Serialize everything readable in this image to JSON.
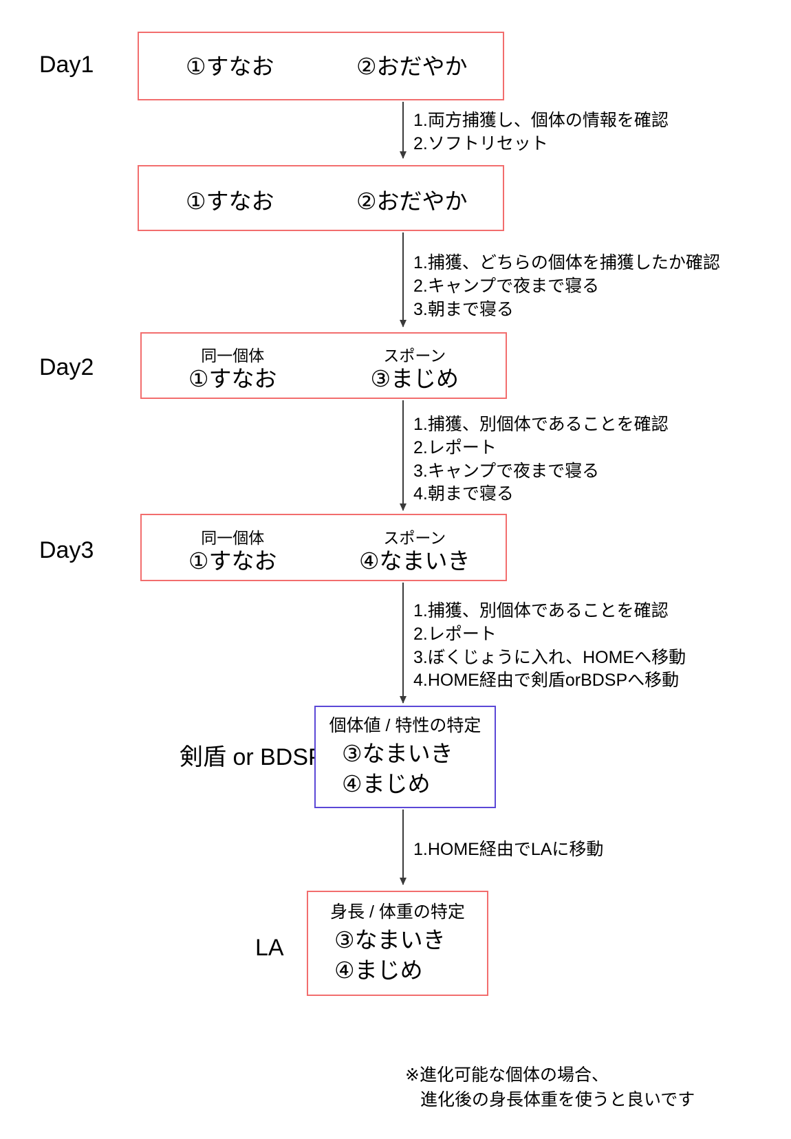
{
  "diagram": {
    "type": "flowchart",
    "title_visible": false,
    "colors": {
      "box_red": "#f26d6d",
      "box_blue": "#5a47d6",
      "arrow": "#3a3a3a",
      "text": "#000000",
      "background": "#ffffff"
    },
    "stages": [
      {
        "id": "day1",
        "label": "Day1",
        "box_color": "red",
        "columns": [
          {
            "caption": "",
            "entry": "①すなお"
          },
          {
            "caption": "",
            "entry": "②おだやか"
          }
        ]
      },
      {
        "id": "day1b",
        "label": "",
        "box_color": "red",
        "columns": [
          {
            "caption": "",
            "entry": "①すなお"
          },
          {
            "caption": "",
            "entry": "②おだやか"
          }
        ]
      },
      {
        "id": "day2",
        "label": "Day2",
        "box_color": "red",
        "columns": [
          {
            "caption": "同一個体",
            "entry": "①すなお"
          },
          {
            "caption": "スポーン",
            "entry": "③まじめ"
          }
        ]
      },
      {
        "id": "day3",
        "label": "Day3",
        "box_color": "red",
        "columns": [
          {
            "caption": "同一個体",
            "entry": "①すなお"
          },
          {
            "caption": "スポーン",
            "entry": "④なまいき"
          }
        ]
      },
      {
        "id": "swsh_bdsp",
        "label": "剣盾 or BDSP",
        "box_color": "blue",
        "caption": "個体値 / 特性の特定",
        "entries": [
          "③なまいき",
          "④まじめ"
        ]
      },
      {
        "id": "la",
        "label": "LA",
        "box_color": "red",
        "caption": "身長 / 体重の特定",
        "entries": [
          "③なまいき",
          "④まじめ"
        ]
      }
    ],
    "transitions": [
      {
        "id": "t1",
        "from": "day1",
        "to": "day1b",
        "steps": [
          "1.両方捕獲し、個体の情報を確認",
          "2.ソフトリセット"
        ]
      },
      {
        "id": "t2",
        "from": "day1b",
        "to": "day2",
        "steps": [
          "1.捕獲、どちらの個体を捕獲したか確認",
          "2.キャンプで夜まで寝る",
          "3.朝まで寝る"
        ]
      },
      {
        "id": "t3",
        "from": "day2",
        "to": "day3",
        "steps": [
          "1.捕獲、別個体であることを確認",
          "2.レポート",
          "3.キャンプで夜まで寝る",
          "4.朝まで寝る"
        ]
      },
      {
        "id": "t4",
        "from": "day3",
        "to": "swsh_bdsp",
        "steps": [
          "1.捕獲、別個体であることを確認",
          "2.レポート",
          "3.ぼくじょうに入れ、HOMEへ移動",
          "4.HOME経由で剣盾orBDSPへ移動"
        ]
      },
      {
        "id": "t5",
        "from": "swsh_bdsp",
        "to": "la",
        "steps": [
          "1.HOME経由でLAに移動"
        ]
      }
    ],
    "footnote": {
      "line1": "※進化可能な個体の場合、",
      "line2": "進化後の身長体重を使うと良いです"
    }
  }
}
